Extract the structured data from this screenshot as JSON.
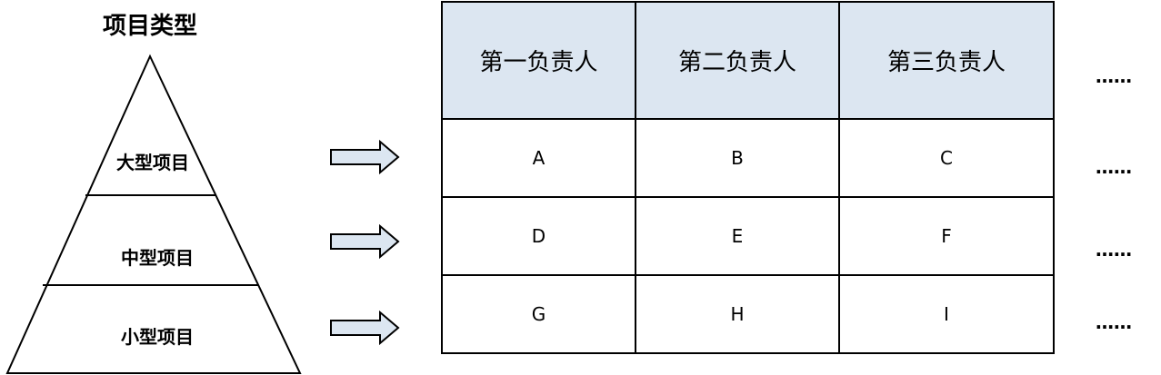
{
  "title": "项目类型",
  "levels": [
    {
      "label": "大型项目"
    },
    {
      "label": "中型项目"
    },
    {
      "label": "小型项目"
    }
  ],
  "table": {
    "headers": [
      "第一负责人",
      "第二负责人",
      "第三负责人"
    ],
    "rows": [
      [
        "A",
        "B",
        "C"
      ],
      [
        "D",
        "E",
        "F"
      ],
      [
        "G",
        "H",
        "I"
      ]
    ]
  },
  "ellipsis": "……",
  "colors": {
    "header_fill": "#dce6f1",
    "arrow_fill": "#dce6f1",
    "stroke": "#000000"
  }
}
